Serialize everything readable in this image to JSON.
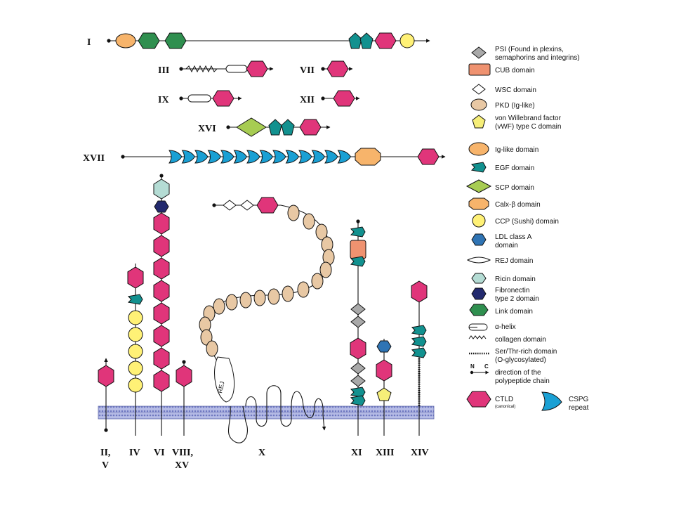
{
  "colors": {
    "ctld": "#e0357a",
    "cspg": "#1aa0d4",
    "egf": "#12918f",
    "psi": "#a9a9a9",
    "cub": "#ef9270",
    "wsc": "#ffffff",
    "pkd": "#e8c8a4",
    "vwf": "#f6ee78",
    "ig": "#f7b46b",
    "scp": "#a7cc52",
    "calx": "#f7b46b",
    "ccp": "#fff176",
    "ldl": "#2f74b4",
    "ricin": "#b4dcd4",
    "fn2": "#232a6e",
    "link": "#2f8f4f",
    "membrane": "#b6bce6"
  },
  "groups": {
    "I": "I",
    "III": "III",
    "VII": "VII",
    "IX": "IX",
    "XII": "XII",
    "XVI": "XVI",
    "XVII": "XVII",
    "II_V_a": "II,",
    "II_V_b": "V",
    "IV": "IV",
    "VI": "VI",
    "VIII_XV_a": "VIII,",
    "VIII_XV_b": "XV",
    "X": "X",
    "XI": "XI",
    "XIII": "XIII",
    "XIV": "XIV"
  },
  "rej_label": "REJ",
  "legend": {
    "psi_1": "PSI (Found in plexins,",
    "psi_2": "semaphorins and integrins)",
    "cub": "CUB domain",
    "wsc": "WSC domain",
    "pkd": "PKD (Ig-like)",
    "vwf_1": "von Willebrand factor",
    "vwf_2": "(vWF) type C domain",
    "ig": "Ig-like domain",
    "egf": "EGF domain",
    "scp": "SCP domain",
    "calx": "Calx-β domain",
    "ccp": "CCP (Sushi) domain",
    "ldl_1": "LDL class A",
    "ldl_2": "domain",
    "rej": "REJ domain",
    "ricin": "Ricin domain",
    "fn2_1": "Fibronectin",
    "fn2_2": "type 2 domain",
    "link": "Link domain",
    "ahelix": "α-helix",
    "collagen": "collagen domain",
    "serthr_1": "Ser/Thr-rich domain",
    "serthr_2": "(O-glycosylated)",
    "dir_n": "N",
    "dir_c": "C",
    "dir_1": "direction of the",
    "dir_2": "polypeptide chain",
    "ctld_1": "CTLD",
    "ctld_2": "(canonical)",
    "cspg_1": "CSPG",
    "cspg_2": "repeat"
  }
}
